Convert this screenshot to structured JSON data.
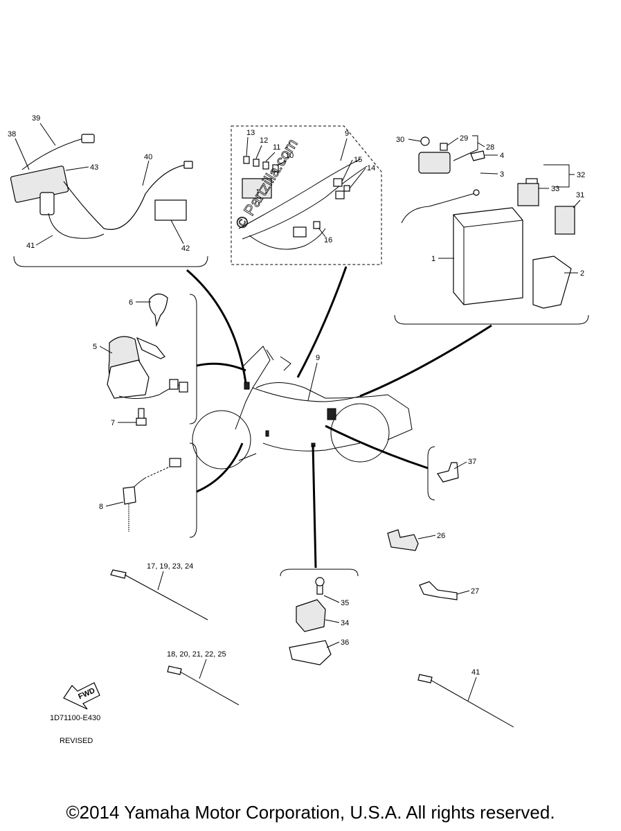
{
  "diagram": {
    "callouts": {
      "c1": "1",
      "c2": "2",
      "c3": "3",
      "c4": "4",
      "c5": "5",
      "c6": "6",
      "c7": "7",
      "c8": "8",
      "c9a": "9",
      "c9b": "9",
      "c10": "10",
      "c11": "11",
      "c12": "12",
      "c13": "13",
      "c14": "14",
      "c15": "15",
      "c16": "16",
      "c26": "26",
      "c27": "27",
      "c28": "28",
      "c29": "29",
      "c30": "30",
      "c31": "31",
      "c32": "32",
      "c33": "33",
      "c34": "34",
      "c35": "35",
      "c36": "36",
      "c37": "37",
      "c38": "38",
      "c39": "39",
      "c40": "40",
      "c41a": "41",
      "c41b": "41",
      "c42": "42",
      "c43": "43",
      "ties1": "17, 19, 23, 24",
      "ties2": "18, 20, 21, 22, 25"
    },
    "watermark": "© Partzilla.com",
    "fwd_label": "FWD",
    "diagram_code": "1D71100-E430",
    "revision_note": "REVISED"
  },
  "footer": {
    "copyright": "©2014 Yamaha Motor Corporation, U.S.A. All rights reserved."
  }
}
